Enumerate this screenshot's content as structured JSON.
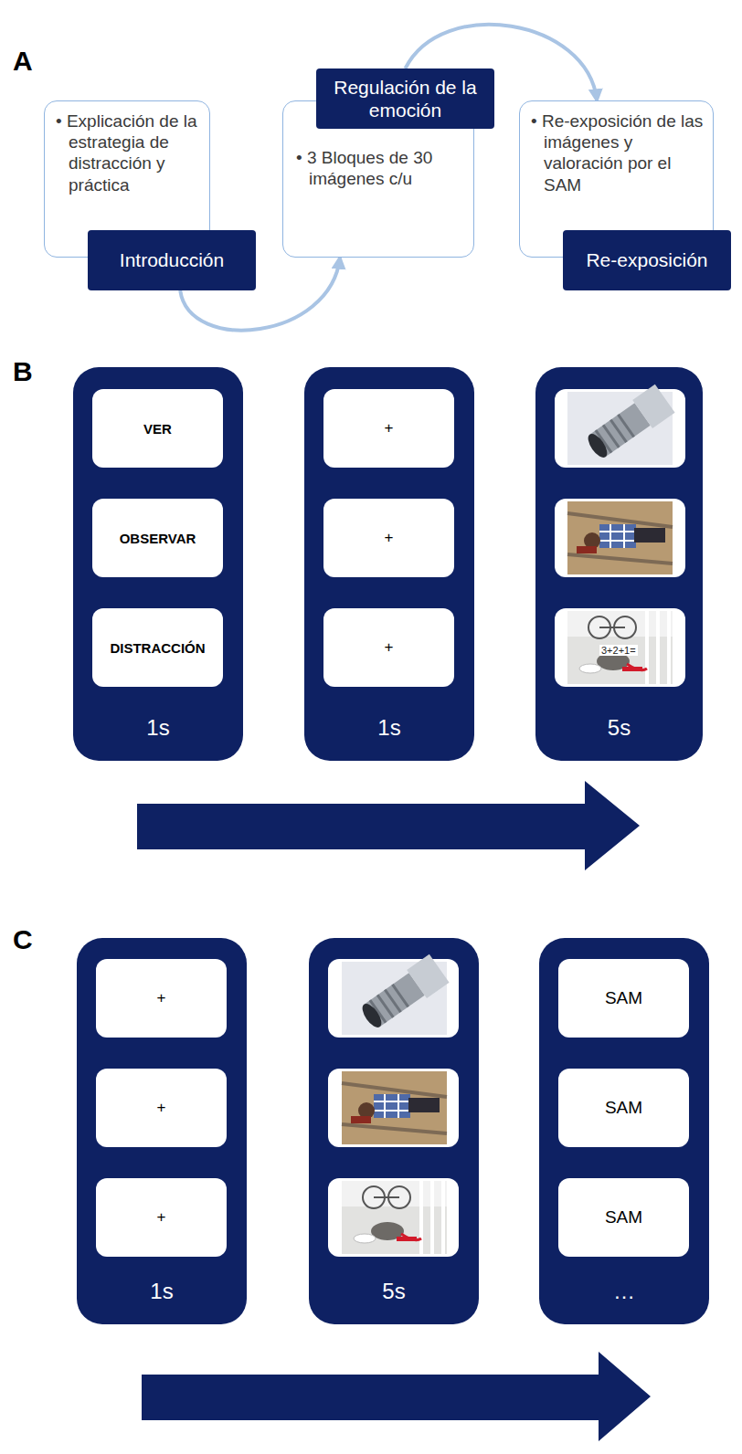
{
  "diagram": {
    "nodes": [
      {
        "text": [
          "• Explicación de la estrategia de distracción y práctica"
        ]
      },
      {
        "text": [
          "Introducción"
        ]
      },
      {
        "text": [
          "• 3 Bloques de 30 imágenes c/u"
        ]
      },
      {
        "text": [
          "Regulación de la emoción"
        ]
      },
      {
        "text": [
          "• Re-exposición de las imágenes y valoración por el SAM"
        ]
      },
      {
        "text": [
          "Re-exposición"
        ]
      },
      {
        "text": [
          "1s"
        ]
      },
      {
        "text": [
          "VER"
        ],
        "in": 6
      },
      {
        "text": [
          "OBSERVAR"
        ],
        "in": 6
      },
      {
        "text": [
          "DISTRACCIÓN"
        ],
        "in": 6
      },
      {
        "text": [
          "1s"
        ]
      },
      {
        "text": [
          "+"
        ],
        "in": 10
      },
      {
        "text": [
          "+"
        ],
        "in": 10
      },
      {
        "text": [
          "+"
        ],
        "in": 10
      },
      {
        "text": [
          "5s"
        ]
      },
      {
        "text": [
          "1s"
        ]
      },
      {
        "text": [
          "+"
        ],
        "in": 15
      },
      {
        "text": [
          "+"
        ],
        "in": 15
      },
      {
        "text": [
          "+"
        ],
        "in": 15
      },
      {
        "text": [
          "5s"
        ]
      },
      {
        "text": [
          "…"
        ]
      },
      {
        "text": [
          "SAM"
        ],
        "in": 20
      },
      {
        "text": [
          "SAM"
        ],
        "in": 20
      },
      {
        "text": [
          "SAM"
        ],
        "in": 20
      }
    ],
    "edges": [
      {
        "from": 1,
        "to": 2,
        "arrow": "to"
      },
      {
        "from": 3,
        "to": 4,
        "arrow": "to"
      }
    ],
    "labels": [
      "A",
      "B",
      "C",
      "3+2+1="
    ]
  }
}
